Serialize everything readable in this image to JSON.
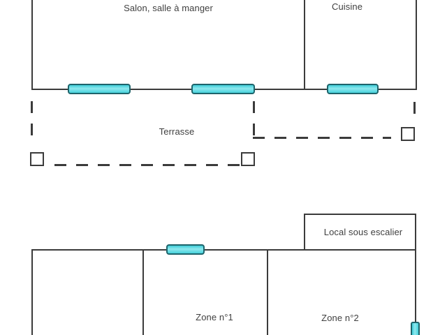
{
  "diagram": {
    "type": "floor-plan",
    "labels": {
      "salon": "Salon, salle à manger",
      "cuisine": "Cuisine",
      "terrasse": "Terrasse",
      "local_sous_escalier": "Local sous escalier",
      "zone1": "Zone n°1",
      "zone2": "Zone n°2"
    },
    "colors": {
      "wall": "#3b3b3b",
      "window_fill": "#4dd8e1",
      "window_border": "#1e646b",
      "text": "#3f3f3f",
      "background": "#ffffff"
    }
  }
}
